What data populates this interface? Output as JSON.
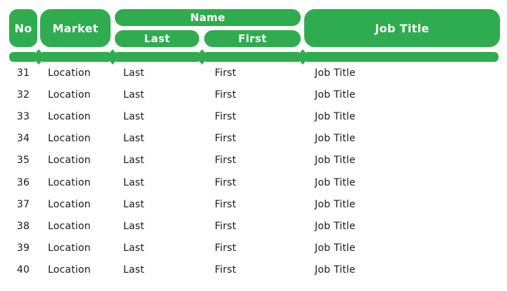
{
  "colors": {
    "accent": "#2EAC4F",
    "row_text": "#1A1A1A",
    "header_text": "#FFFFFF",
    "background": "#FFFFFF"
  },
  "chart_data": {
    "type": "table",
    "columns": [
      "No",
      "Market",
      "Last",
      "First",
      "Job Title"
    ],
    "column_groups": [
      {
        "label": "Name",
        "spans": [
          "Last",
          "First"
        ]
      }
    ],
    "rows": [
      [
        "31",
        "Location",
        "Last",
        "First",
        "Job Title"
      ],
      [
        "32",
        "Location",
        "Last",
        "First",
        "Job Title"
      ],
      [
        "33",
        "Location",
        "Last",
        "First",
        "Job Title"
      ],
      [
        "34",
        "Location",
        "Last",
        "First",
        "Job Title"
      ],
      [
        "35",
        "Location",
        "Last",
        "First",
        "Job Title"
      ],
      [
        "36",
        "Location",
        "Last",
        "First",
        "Job Title"
      ],
      [
        "37",
        "Location",
        "Last",
        "First",
        "Job Title"
      ],
      [
        "38",
        "Location",
        "Last",
        "First",
        "Job Title"
      ],
      [
        "39",
        "Location",
        "Last",
        "First",
        "Job Title"
      ],
      [
        "40",
        "Location",
        "Last",
        "First",
        "Job Title"
      ]
    ]
  }
}
